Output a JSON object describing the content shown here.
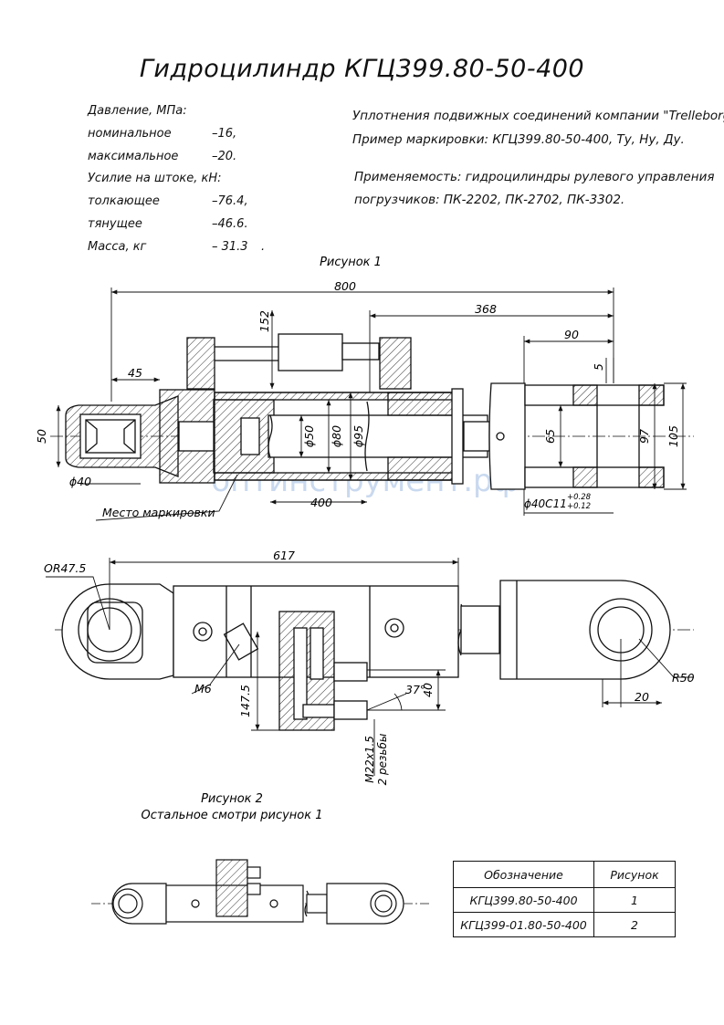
{
  "title": "Гидроцилиндр КГЦ399.80-50-400",
  "specs": {
    "pressure_header": "Давление, МПа:",
    "nominal_label": "номинальное",
    "nominal_value": "–16,",
    "max_label": "максимальное",
    "max_value": "–20.",
    "force_header": "Усилие на штоке, кН:",
    "push_label": "толкающее",
    "push_value": "–76.4,",
    "pull_label": "тянущее",
    "pull_value": "–46.6.",
    "mass_label": "Масса, кг",
    "mass_value": "– 31.3",
    "mass_dot": "."
  },
  "notes": {
    "seals": "Уплотнения подвижных соединений компании \"Trelleborg\".",
    "marking": "Пример маркировки: КГЦ399.80-50-400, Ту, Ну, Ду.",
    "usage_line1": "Применяемость: гидроцилиндры рулевого управления",
    "usage_line2": "погрузчиков: ПК-2202, ПК-2702, ПК-3302."
  },
  "figure1": {
    "caption": "Рисунок 1",
    "dim_total": "800",
    "dim_368": "368",
    "dim_90": "90",
    "dim_152": "152",
    "dim_45": "45",
    "dim_5": "5",
    "dim_50_left": "50",
    "dim_d50": "ϕ50",
    "dim_d80": "ϕ80",
    "dim_d95": "ϕ95",
    "dim_65": "65",
    "dim_97": "97",
    "dim_105": "105",
    "dim_d40": "ϕ40",
    "dim_400": "400",
    "dim_40c11": "ϕ40C11",
    "tol_upper": "+0.28",
    "tol_lower": "+0.12",
    "marking_place": "Место маркировки"
  },
  "figure2": {
    "dim_617": "617",
    "dim_or475": "OR47.5",
    "dim_m6": "M6",
    "dim_1475": "147.5",
    "dim_37": "37°",
    "dim_40": "40",
    "dim_m22": "M22x1.5",
    "dim_2thr": "2 резьбы",
    "dim_r50": "R50",
    "dim_20": "20",
    "caption": "Рисунок 2",
    "caption2": "Остальное смотри рисунок 1"
  },
  "watermark": "оптинструмент.рф",
  "table": {
    "headers": [
      "Обозначение",
      "Рисунок"
    ],
    "rows": [
      [
        "КГЦ399.80-50-400",
        "1"
      ],
      [
        "КГЦ399-01.80-50-400",
        "2"
      ]
    ]
  },
  "colors": {
    "line": "#111111",
    "watermark": "#c9d9ef",
    "hatch": "#333333"
  }
}
